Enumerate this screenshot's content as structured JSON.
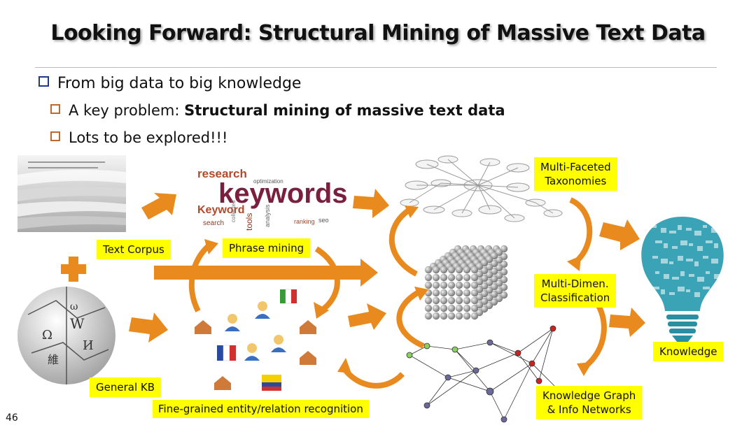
{
  "title": "Looking Forward: Structural Mining of Massive Text Data",
  "bullets": {
    "b1": "From big data to big knowledge",
    "b2_prefix": "A key problem: ",
    "b2_bold": "Structural mining of massive text data",
    "b3": "Lots to be explored!!!"
  },
  "labels": {
    "text_corpus": "Text Corpus",
    "phrase_mining": "Phrase mining",
    "general_kb": "General KB",
    "entity_recognition": "Fine-grained entity/relation recognition",
    "taxonomies_l1": "Multi-Faceted",
    "taxonomies_l2": "Taxonomies",
    "classification_l1": "Multi-Dimen.",
    "classification_l2": "Classification",
    "knowledge_graph_l1": "Knowledge Graph",
    "knowledge_graph_l2": "& Info Networks",
    "knowledge": "Knowledge"
  },
  "wordcloud": {
    "big_word": "keywords",
    "research": "research",
    "keyword": "Keyword",
    "words": [
      "optimization",
      "tools",
      "analysis",
      "search",
      "collected",
      "ranking",
      "seo"
    ]
  },
  "wiki_glyphs": [
    "W",
    "Ω",
    "И",
    "維",
    "ω"
  ],
  "page_number": "46",
  "colors": {
    "arrow": "#e88a1d",
    "label_bg": "#ffff00",
    "bullet_square": "#1f3a8a",
    "sub_square": "#c0692d",
    "bulb": "#2a8fa0"
  }
}
